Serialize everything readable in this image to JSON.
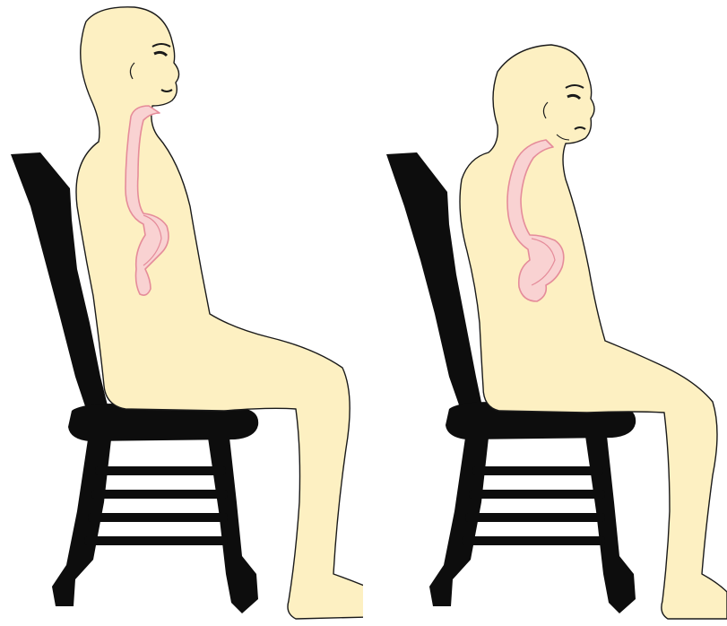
{
  "colors": {
    "background": "#ffffff",
    "skin": "#FDF0C2",
    "outline": "#1a1a1a",
    "chair": "#0d0d0d",
    "esophagus_fill": "#F9D2D2",
    "esophagus_stroke": "#E58C9A"
  },
  "figures": [
    {
      "posture": "upright",
      "icon": "person-sitting-upright"
    },
    {
      "posture": "slouched",
      "icon": "person-sitting-slouched"
    }
  ]
}
